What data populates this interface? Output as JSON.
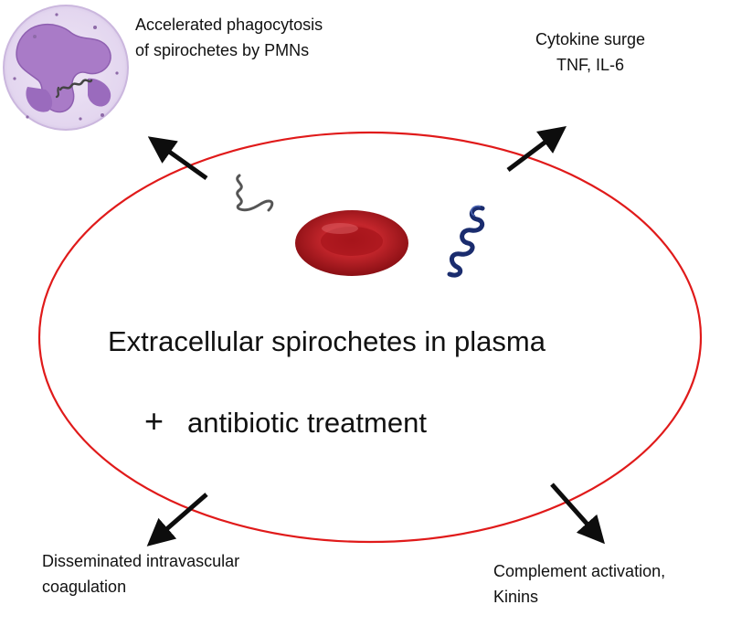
{
  "labels": {
    "phagocytosis": [
      "Accelerated phagocytosis",
      "of spirochetes by PMNs"
    ],
    "cytokine": [
      "Cytokine surge",
      "TNF, IL-6"
    ],
    "dic": [
      "Disseminated intravascular",
      "coagulation"
    ],
    "complement": [
      "Complement activation,",
      "Kinins"
    ]
  },
  "center": {
    "title": "Extracellular spirochetes in plasma",
    "plus": "+",
    "subtitle": "antibiotic treatment"
  },
  "colors": {
    "ellipse_stroke": "#e01a1a",
    "arrow": "#0d0d0d",
    "rbc": "#c0222a",
    "spirochete_dark": "#1a2c6e",
    "spirochete_grey": "#555555",
    "neutrophil_bg": "#e8def1",
    "neutrophil_nucleus": "#a97bc7"
  },
  "icons": [
    "neutrophil-icon",
    "spirochete-icon",
    "red-blood-cell-icon",
    "coiled-spirochete-icon"
  ]
}
